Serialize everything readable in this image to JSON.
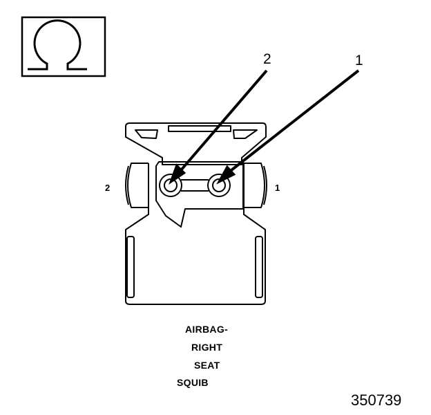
{
  "ohm_symbol": "Ω",
  "callouts": {
    "left": "2",
    "right": "1"
  },
  "pins": {
    "left": "2",
    "right": "1"
  },
  "caption": [
    "AIRBAG-",
    "RIGHT",
    "SEAT",
    "SQUIB"
  ],
  "figure_number": "350739"
}
